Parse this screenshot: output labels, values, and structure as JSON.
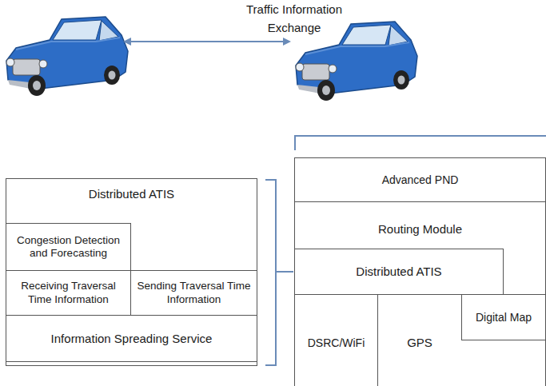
{
  "diagram": {
    "nodes": [
      {
        "text": [
          "Distributed ATIS"
        ]
      },
      {
        "text": [
          "Congestion Detection and Forecasting"
        ],
        "in": 0
      },
      {
        "text": [
          "Receiving Traversal Time Information"
        ],
        "in": 0
      },
      {
        "text": [
          "Sending Traversal Time Information"
        ],
        "in": 0
      },
      {
        "text": [
          "Information Spreading Service"
        ],
        "in": 0
      },
      {
        "text": [
          "Advanced PND"
        ]
      },
      {
        "text": [
          "Routing Module"
        ]
      },
      {
        "text": [
          "Distributed ATIS"
        ],
        "in": 6
      },
      {
        "text": [
          "DSRC/WiFi"
        ]
      },
      {
        "text": [
          "GPS"
        ]
      },
      {
        "text": [
          "Digital Map"
        ],
        "in": 9
      }
    ],
    "labels": [
      "Traffic Information Exchange"
    ]
  }
}
